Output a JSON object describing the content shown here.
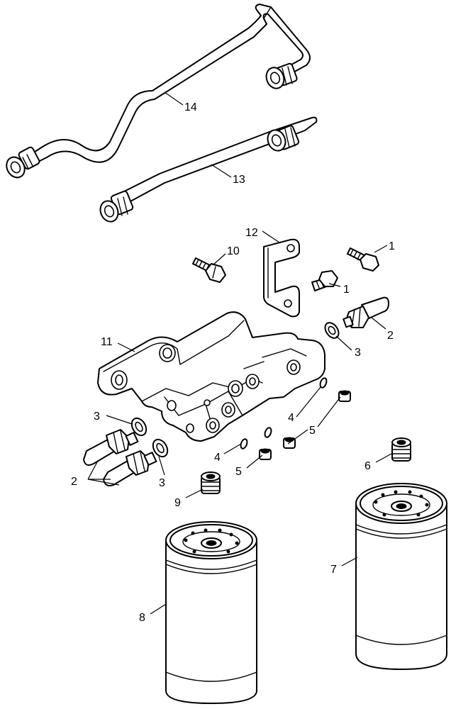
{
  "callouts": {
    "c1a": "1",
    "c1b": "1",
    "c2a": "2",
    "c2b": "2",
    "c3a": "3",
    "c3b": "3",
    "c3c": "3",
    "c4a": "4",
    "c4b": "4",
    "c5a": "5",
    "c5b": "5",
    "c6": "6",
    "c7": "7",
    "c8": "8",
    "c9": "9",
    "c10": "10",
    "c11": "11",
    "c12": "12",
    "c13": "13",
    "c14": "14"
  },
  "colors": {
    "line": "#000000",
    "background": "#ffffff"
  }
}
